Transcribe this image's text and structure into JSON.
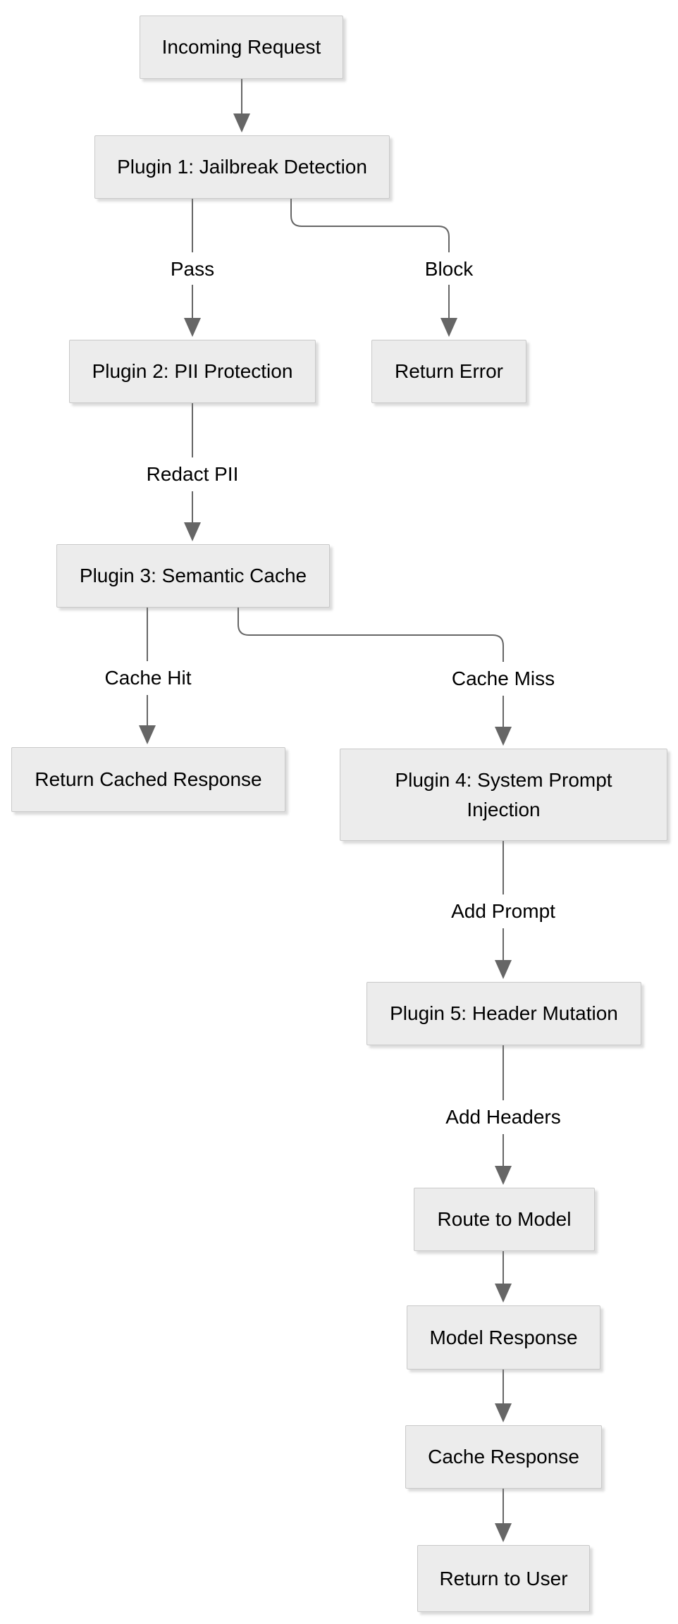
{
  "diagram": {
    "type": "flowchart",
    "direction": "top-down",
    "nodes": [
      {
        "id": "incoming",
        "label": "Incoming Request"
      },
      {
        "id": "plugin1",
        "label": "Plugin 1: Jailbreak Detection"
      },
      {
        "id": "plugin2",
        "label": "Plugin 2: PII Protection"
      },
      {
        "id": "return_error",
        "label": "Return Error"
      },
      {
        "id": "plugin3",
        "label": "Plugin 3: Semantic Cache"
      },
      {
        "id": "return_cached",
        "label": "Return Cached Response"
      },
      {
        "id": "plugin4",
        "label": "Plugin 4: System Prompt Injection"
      },
      {
        "id": "plugin5",
        "label": "Plugin 5: Header Mutation"
      },
      {
        "id": "route",
        "label": "Route to Model"
      },
      {
        "id": "model_response",
        "label": "Model Response"
      },
      {
        "id": "cache_response",
        "label": "Cache Response"
      },
      {
        "id": "return_user",
        "label": "Return to User"
      }
    ],
    "edge_labels": [
      {
        "label": "Pass"
      },
      {
        "label": "Block"
      },
      {
        "label": "Redact PII"
      },
      {
        "label": "Cache Hit"
      },
      {
        "label": "Cache Miss"
      },
      {
        "label": "Add Prompt"
      },
      {
        "label": "Add Headers"
      }
    ],
    "edges": [
      {
        "from": "incoming",
        "to": "plugin1",
        "label": ""
      },
      {
        "from": "plugin1",
        "to": "plugin2",
        "label": "Pass"
      },
      {
        "from": "plugin1",
        "to": "return_error",
        "label": "Block"
      },
      {
        "from": "plugin2",
        "to": "plugin3",
        "label": "Redact PII"
      },
      {
        "from": "plugin3",
        "to": "return_cached",
        "label": "Cache Hit"
      },
      {
        "from": "plugin3",
        "to": "plugin4",
        "label": "Cache Miss"
      },
      {
        "from": "plugin4",
        "to": "plugin5",
        "label": "Add Prompt"
      },
      {
        "from": "plugin5",
        "to": "route",
        "label": "Add Headers"
      },
      {
        "from": "route",
        "to": "model_response",
        "label": ""
      },
      {
        "from": "model_response",
        "to": "cache_response",
        "label": ""
      },
      {
        "from": "cache_response",
        "to": "return_user",
        "label": ""
      }
    ],
    "colors": {
      "background": "#ffffff",
      "node_fill": "#ececec",
      "node_border": "#c9c9c9",
      "edge_line": "#666666",
      "text": "#000000"
    }
  }
}
